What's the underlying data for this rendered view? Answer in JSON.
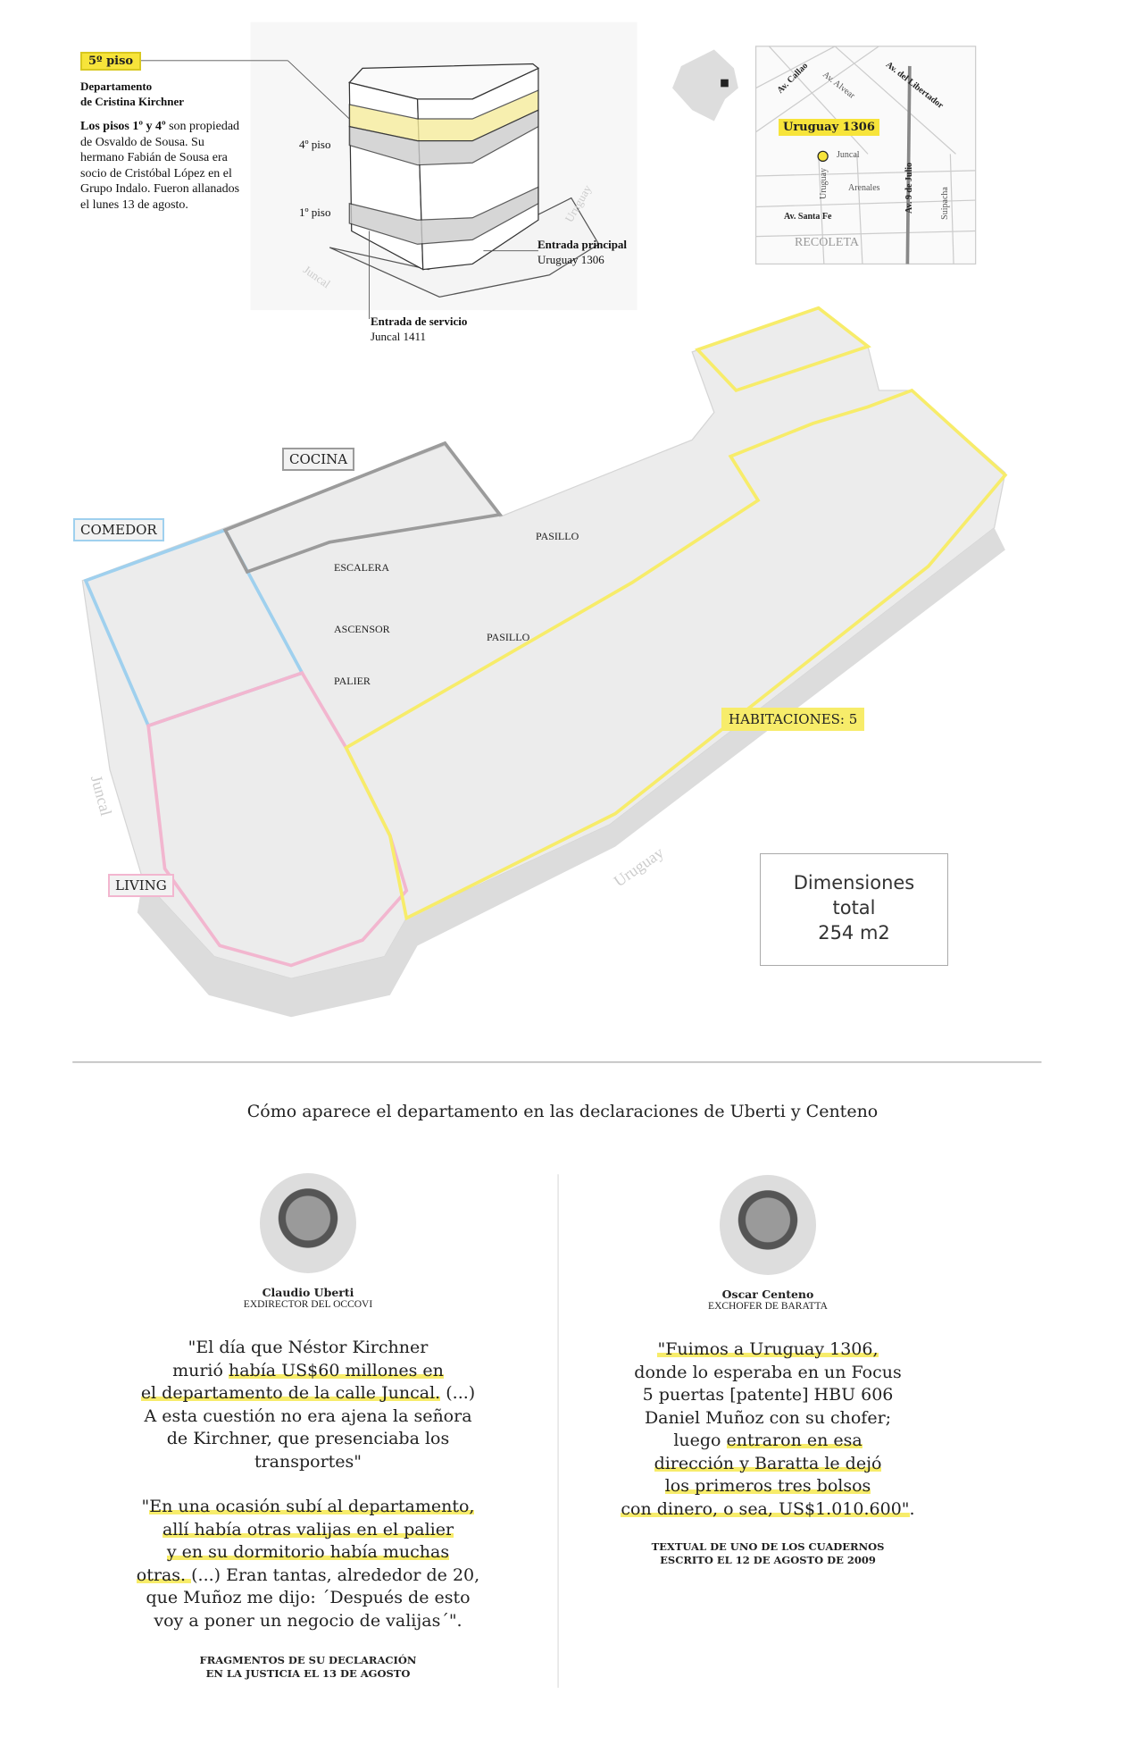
{
  "building": {
    "floor_tag": "5º piso",
    "title": "Departamento\nde Cristina Kirchner",
    "desc_bold": "Los pisos 1º y 4º",
    "desc_rest": " son propiedad de Osvaldo de Sousa. Su hermano Fabián de Sousa era socio de Cristóbal López en el Grupo Indalo. Fueron allanados el lunes 13 de agosto.",
    "floor4": "4º piso",
    "floor1": "1º piso",
    "street_uruguay": "Uruguay",
    "street_juncal": "Juncal",
    "main_entry_title": "Entrada principal",
    "main_entry_addr": "Uruguay 1306",
    "service_entry_title": "Entrada de servicio",
    "service_entry_addr": "Juncal 1411"
  },
  "map": {
    "pin_label": "Uruguay 1306",
    "streets": [
      "Av. Callao",
      "Av. Alvear",
      "Av. del Libertador",
      "Juncal",
      "Uruguay",
      "Arenales",
      "Av. 9 de Julio",
      "Suipacha",
      "Av. Santa Fe"
    ],
    "neighborhood": "RECOLETA"
  },
  "plan": {
    "rooms": {
      "cocina": "COCINA",
      "comedor": "COMEDOR",
      "living": "LIVING",
      "habitaciones": "HABITACIONES: 5"
    },
    "labels": {
      "pasillo1": "PASILLO",
      "escalera": "ESCALERA",
      "ascensor": "ASCENSOR",
      "palier": "PALIER",
      "pasillo2": "PASILLO"
    },
    "street_juncal": "Juncal",
    "street_uruguay": "Uruguay",
    "dimensions": {
      "title": "Dimensiones",
      "sub": "total",
      "value": "254 m2"
    },
    "colors": {
      "comedor": "#9fd0ee",
      "cocina": "#9b9b9b",
      "living": "#f2b6cf",
      "habitaciones": "#f7ec6a"
    }
  },
  "section_title": "Cómo aparece el departamento en las declaraciones de Uberti y Centeno",
  "testimonies": [
    {
      "name": "Claudio Uberti",
      "role": "EXDIRECTOR DEL OCCOVI",
      "quote1": [
        "\"El día que Néstor Kirchner\nmurió ",
        "había US$60 millones en\nel departamento de la calle Juncal.",
        " (...)\nA esta cuestión no era ajena la señora\nde Kirchner, que presenciaba los\ntransportes\""
      ],
      "quote2": [
        "\"",
        "En una ocasión subí al departamento,\nallí había otras valijas en el palier\ny en su dormitorio había muchas\notras. ",
        "(...) Eran tantas, alrededor de 20,\nque Muñoz me dijo: ´Después de esto\nvoy a poner un negocio de valijas´\"."
      ],
      "source": "FRAGMENTOS DE SU DECLARACIÓN\nEN LA JUSTICIA EL 13 DE AGOSTO"
    },
    {
      "name": "Oscar Centeno",
      "role": "EXCHOFER DE BARATTA",
      "quote": [
        "\"Fuimos a Uruguay 1306,",
        "\ndonde lo esperaba en un Focus\n5 puertas [patente] HBU 606\nDaniel Muñoz con su chofer;\nluego ",
        "entraron en esa\ndirección y Baratta le dejó\nlos primeros tres bolsos\ncon dinero, o sea, US$1.010.600\"",
        "."
      ],
      "source": "TEXTUAL DE UNO DE LOS CUADERNOS\nESCRITO EL 12 DE AGOSTO DE 2009"
    }
  ]
}
